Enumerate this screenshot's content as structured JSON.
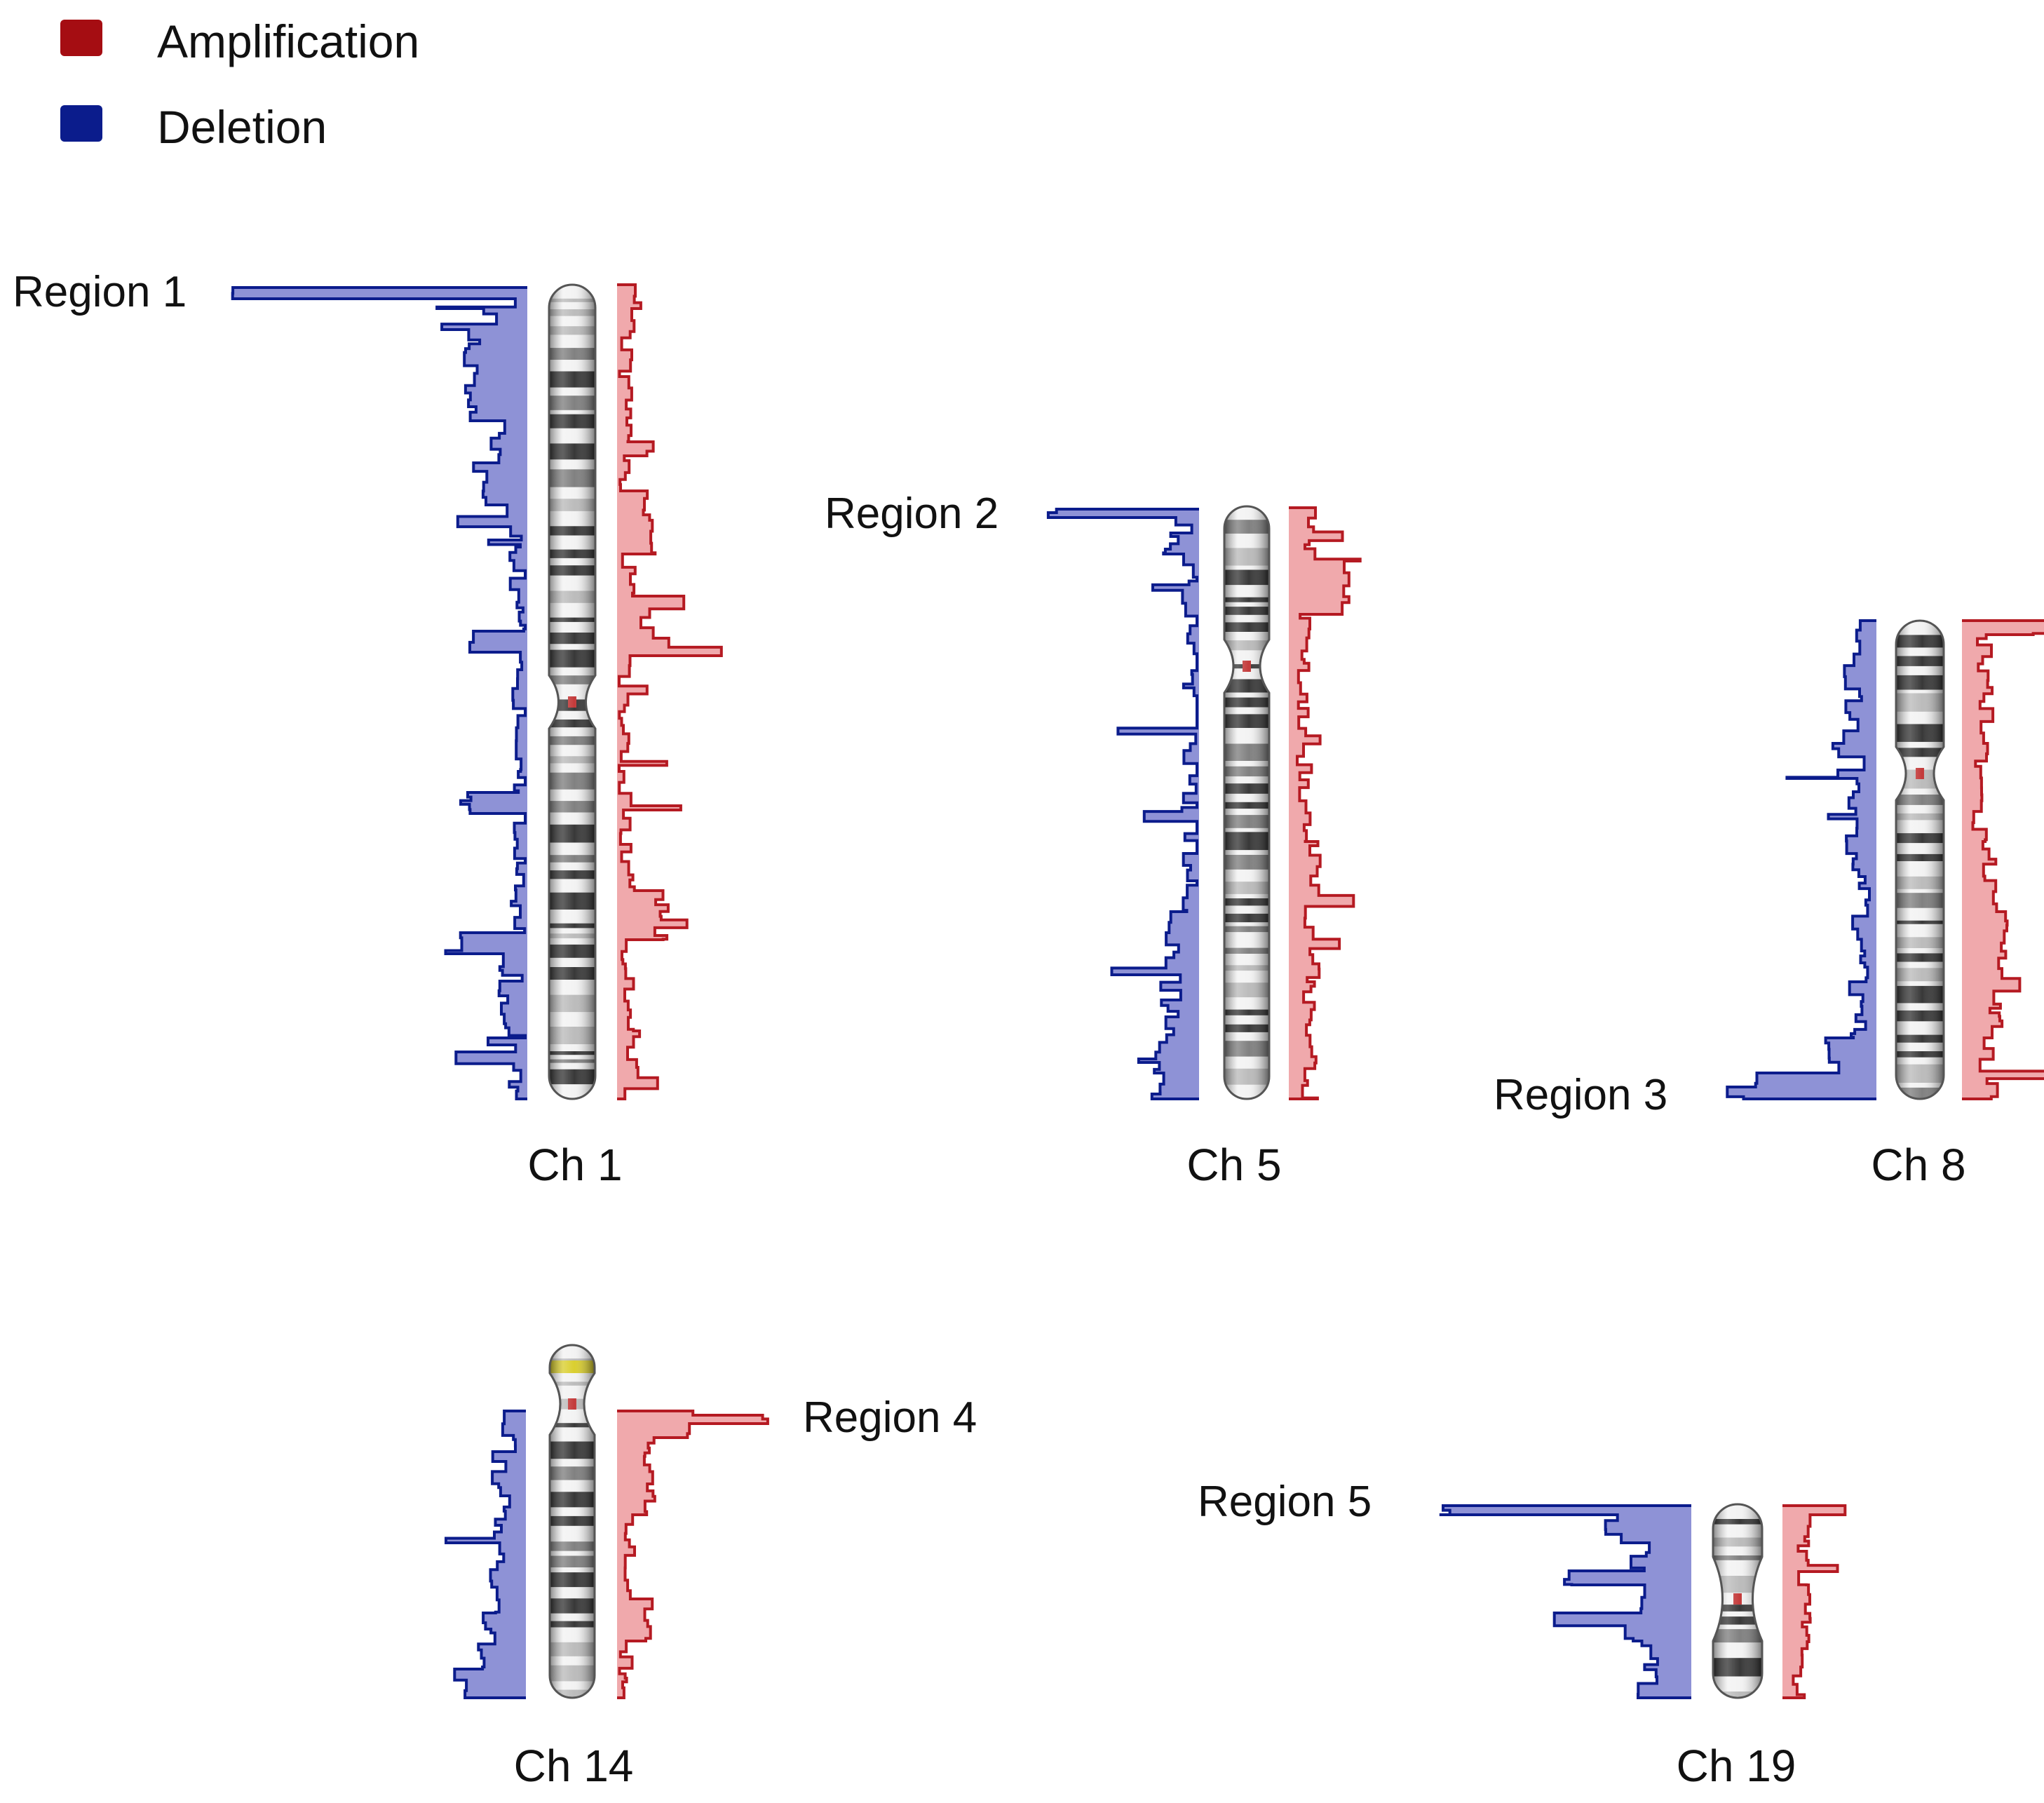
{
  "legend": [
    {
      "label": "Amplification",
      "color": "#a50d12"
    },
    {
      "label": "Deletion",
      "color": "#0b1c8c"
    }
  ],
  "colors": {
    "deletion_line": "#0b1c8c",
    "deletion_fill": "#8e92d6",
    "amplification_line": "#b51a22",
    "amplification_fill": "#f0a9ac",
    "band_dark": "#2e2e2e",
    "band_light": "#f2f2f2",
    "chromosome_outline": "#555555",
    "centromere": "#c03030",
    "stalk": "#d8cc24"
  },
  "chromosomes": [
    {
      "label": "Ch 1",
      "region_label": "Region 1",
      "track_with_peak": "deletion"
    },
    {
      "label": "Ch 5",
      "region_label": "Region 2",
      "track_with_peak": "deletion"
    },
    {
      "label": "Ch 8",
      "region_label": "Region 3",
      "track_with_peak": "deletion"
    },
    {
      "label": "Ch 14",
      "region_label": "Region 4",
      "track_with_peak": "amplification"
    },
    {
      "label": "Ch 19",
      "region_label": "Region 5",
      "track_with_peak": "deletion"
    }
  ]
}
